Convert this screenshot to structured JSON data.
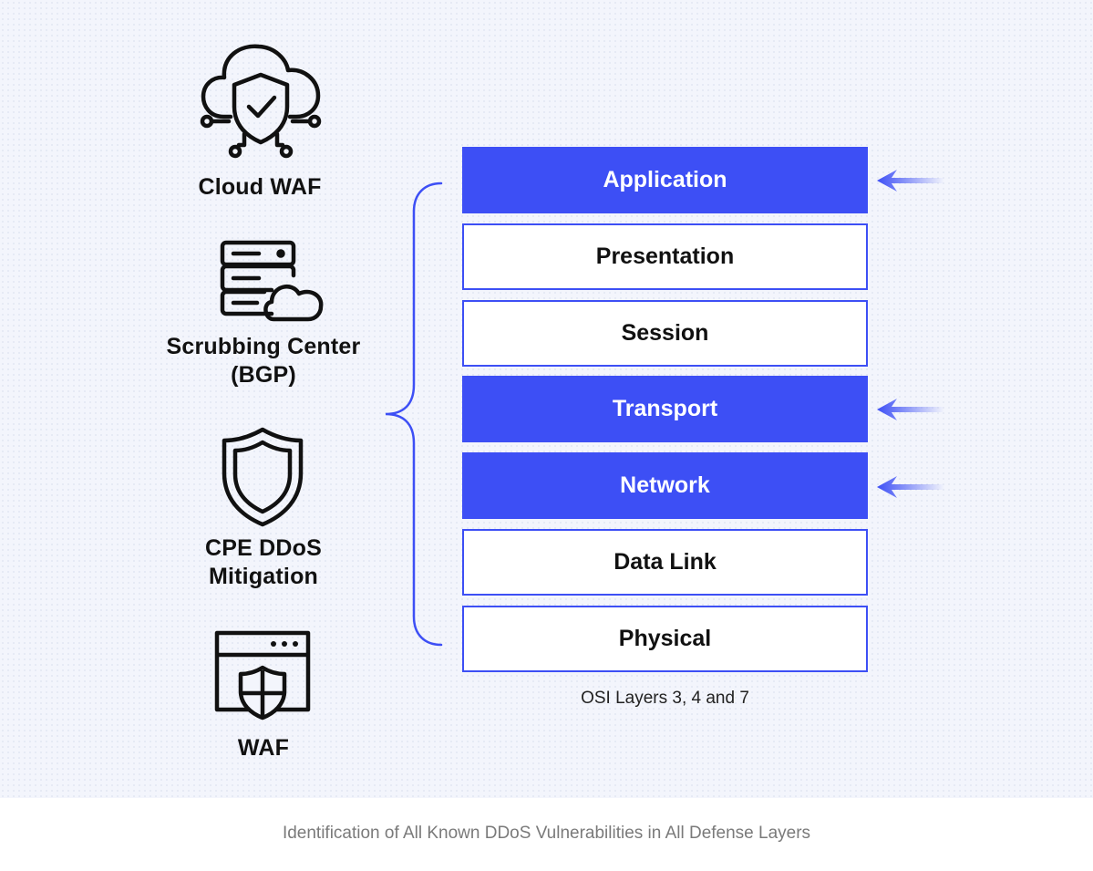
{
  "defenses": [
    {
      "icon": "cloud-shield-icon",
      "label_line1": "Cloud WAF",
      "label_line2": ""
    },
    {
      "icon": "server-cloud-icon",
      "label_line1": "Scrubbing Center",
      "label_line2": "(BGP)"
    },
    {
      "icon": "shield-icon",
      "label_line1": "CPE DDoS",
      "label_line2": "Mitigation"
    },
    {
      "icon": "browser-shield-icon",
      "label_line1": "WAF",
      "label_line2": ""
    }
  ],
  "layers": [
    {
      "name": "Application",
      "highlighted": true
    },
    {
      "name": "Presentation",
      "highlighted": false
    },
    {
      "name": "Session",
      "highlighted": false
    },
    {
      "name": "Transport",
      "highlighted": true
    },
    {
      "name": "Network",
      "highlighted": true
    },
    {
      "name": "Data Link",
      "highlighted": false
    },
    {
      "name": "Physical",
      "highlighted": false
    }
  ],
  "osi_caption": "OSI Layers 3, 4 and 7",
  "footer_caption": "Identification of All Known DDoS Vulnerabilities in All Defense Layers",
  "colors": {
    "accent": "#3d4ff5",
    "background": "#f3f5fc",
    "text": "#111111",
    "footer_text": "#7a7a7a"
  }
}
